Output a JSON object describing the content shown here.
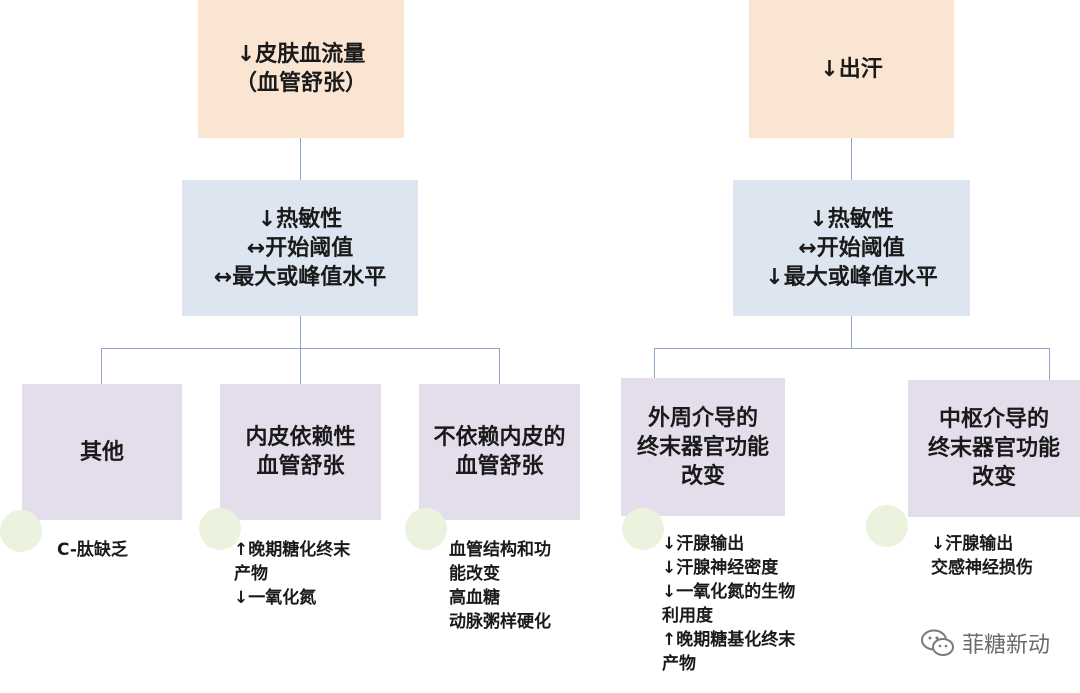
{
  "left_tree": {
    "root": [
      "↓皮肤血流量",
      "（血管舒张）"
    ],
    "mid": [
      "↓热敏性",
      "↔开始阈值",
      "↔最大或峰值水平"
    ],
    "children": [
      {
        "title": [
          "其他"
        ],
        "notes": [
          "C-肽缺乏"
        ]
      },
      {
        "title": [
          "内皮依赖性",
          "血管舒张"
        ],
        "notes": [
          "↑晚期糖化终末",
          "产物",
          "↓一氧化氮"
        ]
      },
      {
        "title": [
          "不依赖内皮的",
          "血管舒张"
        ],
        "notes": [
          "血管结构和功",
          "能改变",
          "高血糖",
          "动脉粥样硬化"
        ]
      }
    ]
  },
  "right_tree": {
    "root": [
      "↓出汗"
    ],
    "mid": [
      "↓热敏性",
      "↔开始阈值",
      "↓最大或峰值水平"
    ],
    "children": [
      {
        "title": [
          "外周介导的",
          "终末器官功能",
          "改变"
        ],
        "notes": [
          "↓汗腺输出",
          "↓汗腺神经密度",
          "↓一氧化氮的生物",
          "利用度",
          "↑晚期糖基化终末",
          "产物"
        ]
      },
      {
        "title": [
          "中枢介导的",
          "终末器官功能",
          "改变"
        ],
        "notes": [
          "↓汗腺输出",
          "交感神经损伤"
        ]
      }
    ]
  },
  "watermark": {
    "text": "菲糖新动",
    "icon": "wechat-icon"
  }
}
